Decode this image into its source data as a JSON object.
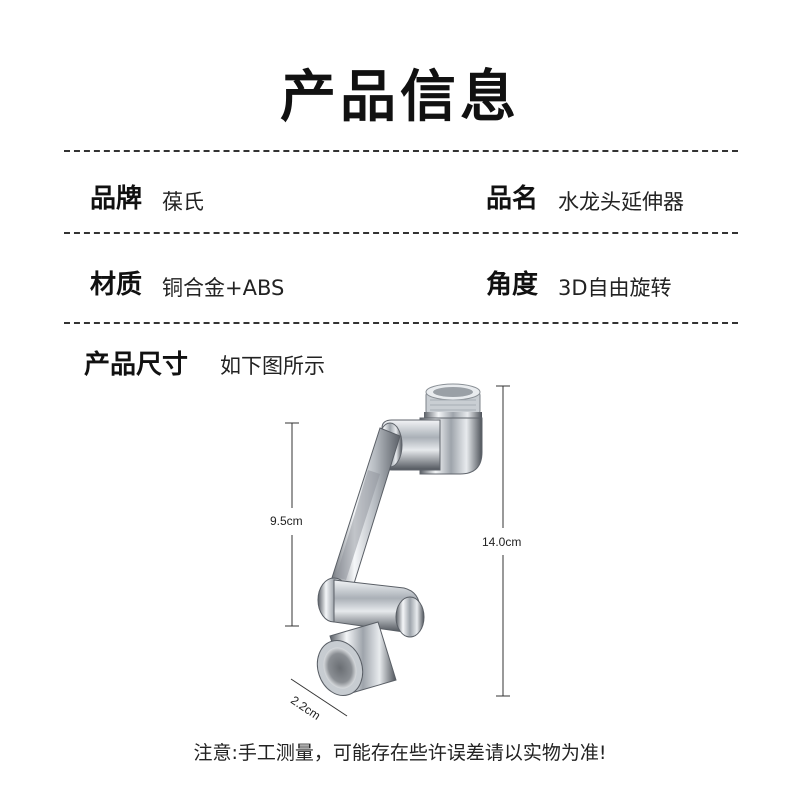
{
  "title": "产品信息",
  "specs": {
    "brand": {
      "label": "品牌",
      "value": "葆氏"
    },
    "name": {
      "label": "品名",
      "value": "水龙头延伸器"
    },
    "material": {
      "label": "材质",
      "value": "铜合金+ABS"
    },
    "angle": {
      "label": "角度",
      "value": "3D自由旋转"
    },
    "size": {
      "label": "产品尺寸",
      "value": "如下图所示"
    }
  },
  "dimensions": {
    "arm_length": "9.5cm",
    "total_height": "14.0cm",
    "aerator_diameter": "2.2cm"
  },
  "note": "注意:手工测量，可能存在些许误差请以实物为准!"
}
